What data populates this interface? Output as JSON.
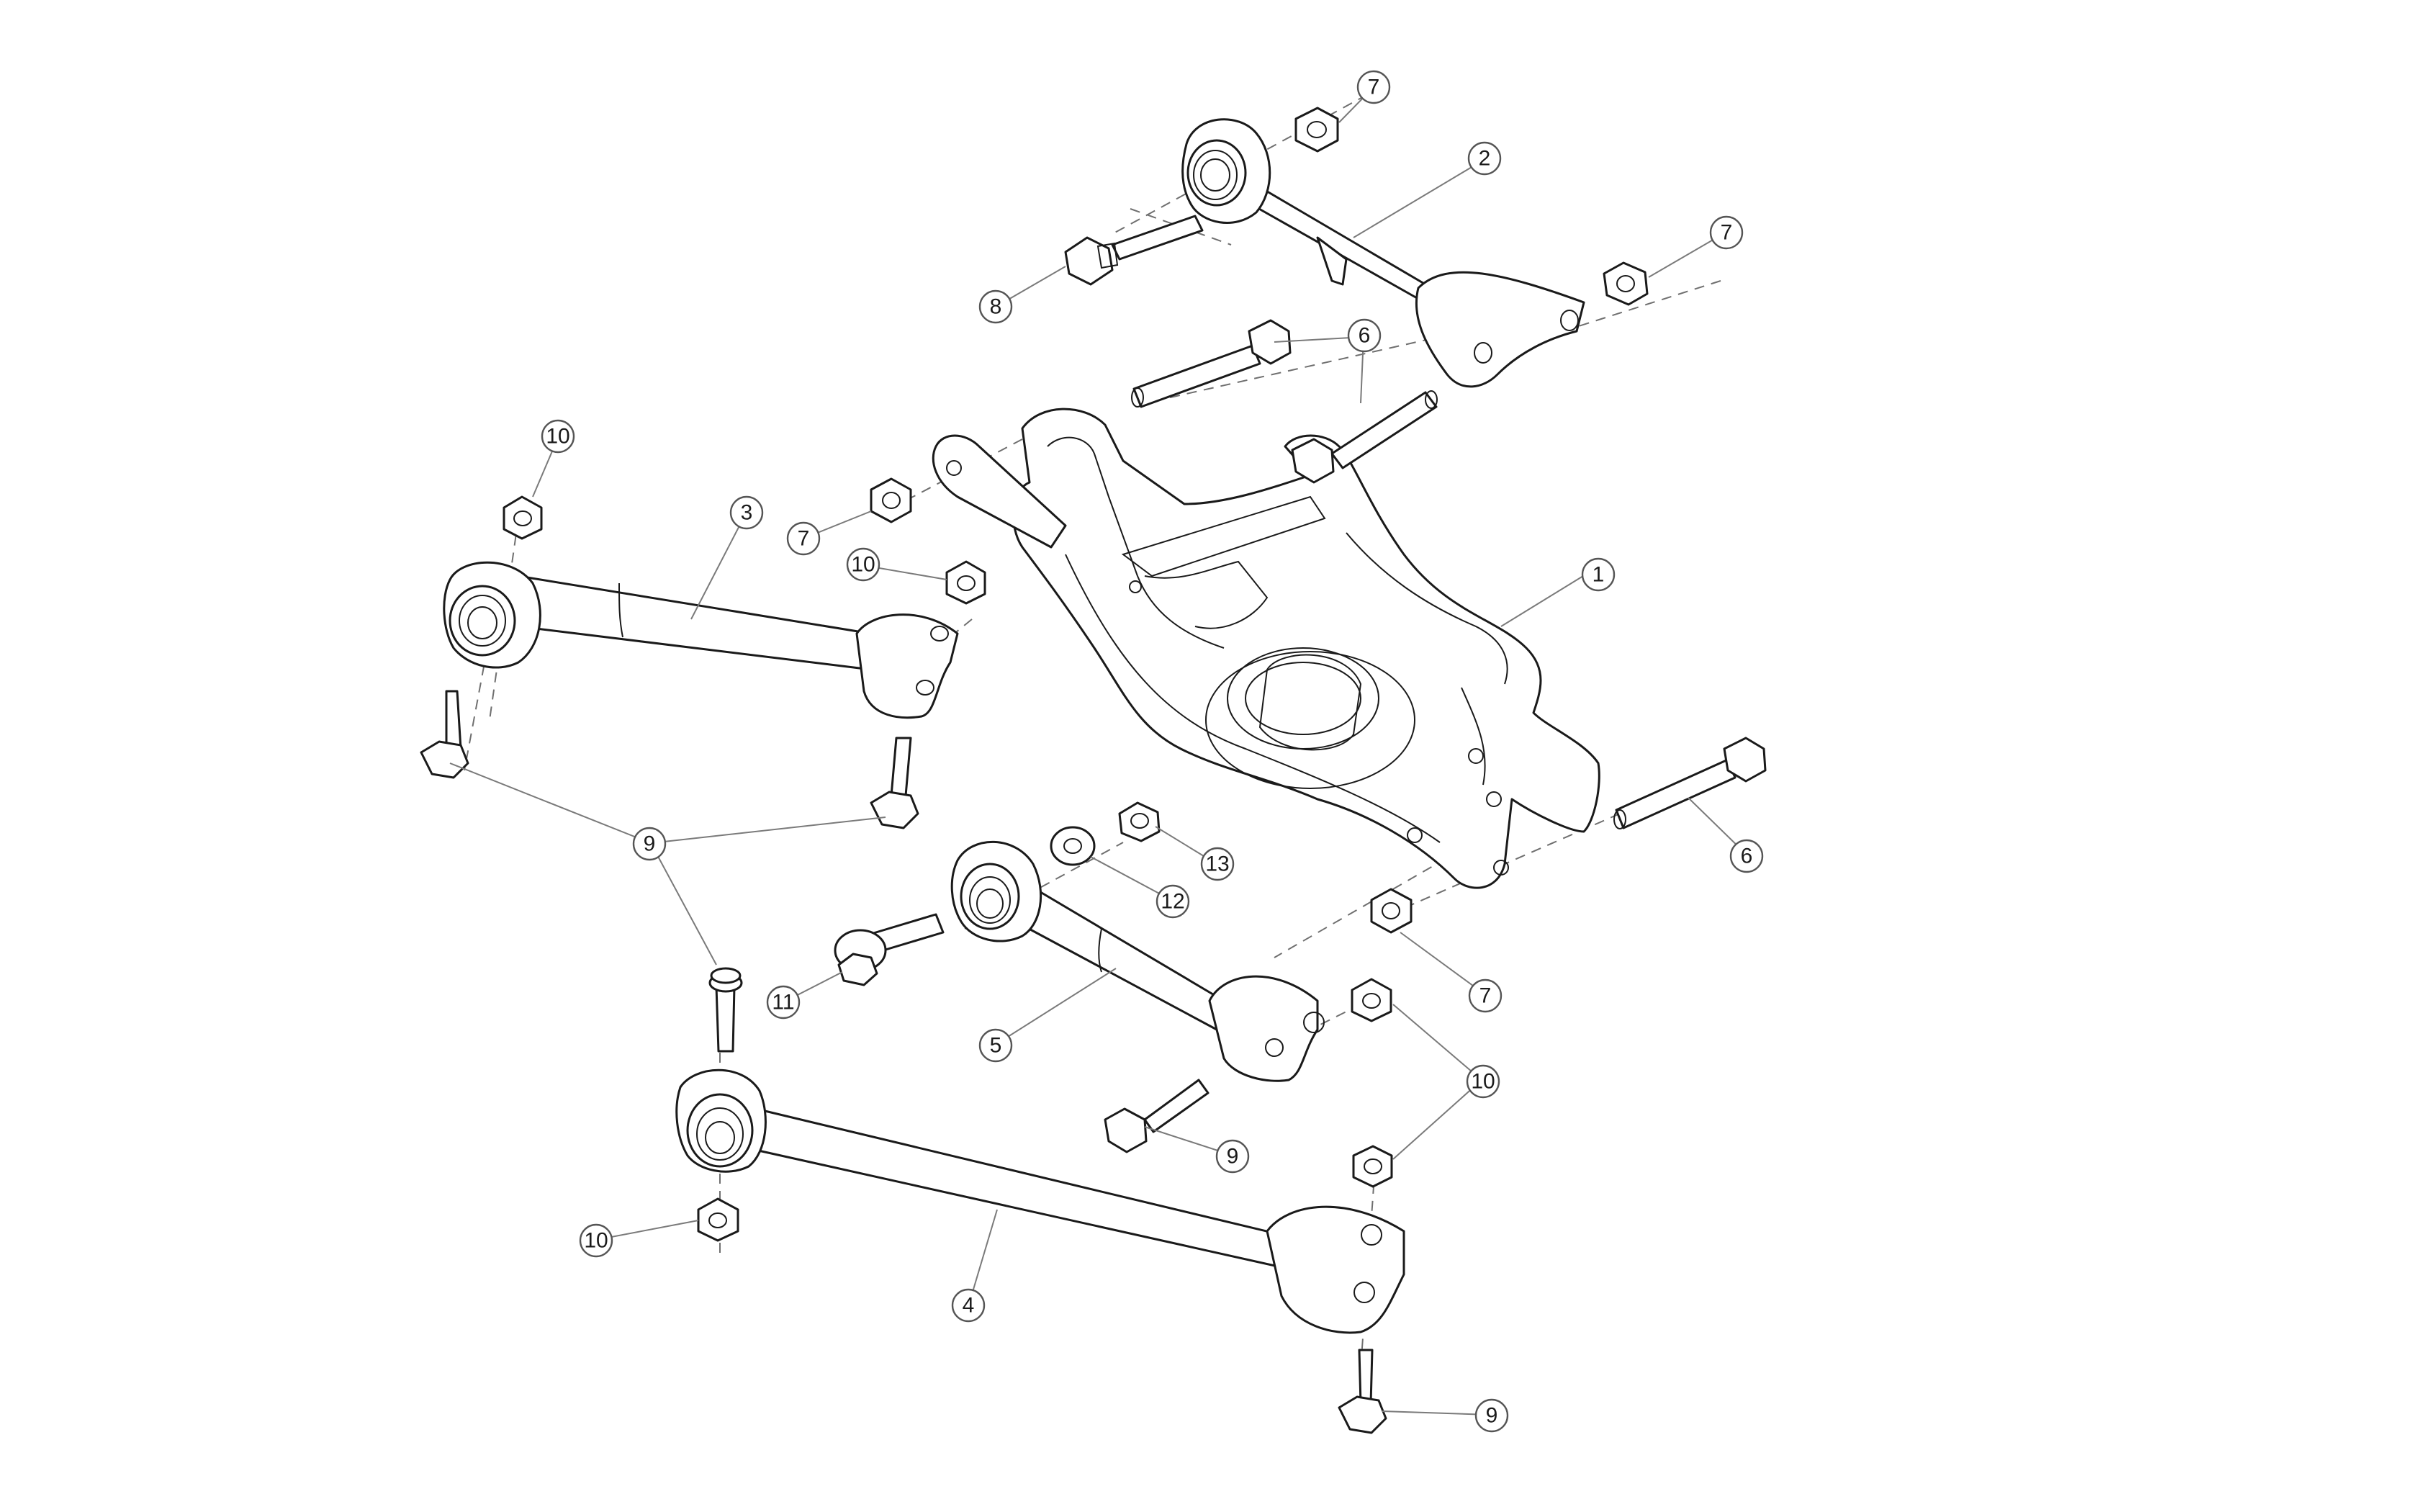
{
  "diagram": {
    "kind": "exploded-assembly",
    "line_color": "#1a1a1a",
    "callout_border_color": "#555555",
    "callouts": [
      {
        "label": "1"
      },
      {
        "label": "2"
      },
      {
        "label": "3"
      },
      {
        "label": "4"
      },
      {
        "label": "5"
      },
      {
        "label": "6"
      },
      {
        "label": "6"
      },
      {
        "label": "7"
      },
      {
        "label": "7"
      },
      {
        "label": "7"
      },
      {
        "label": "7"
      },
      {
        "label": "8"
      },
      {
        "label": "9"
      },
      {
        "label": "9"
      },
      {
        "label": "9"
      },
      {
        "label": "10"
      },
      {
        "label": "10"
      },
      {
        "label": "10"
      },
      {
        "label": "10"
      },
      {
        "label": "11"
      },
      {
        "label": "12"
      },
      {
        "label": "13"
      }
    ]
  }
}
